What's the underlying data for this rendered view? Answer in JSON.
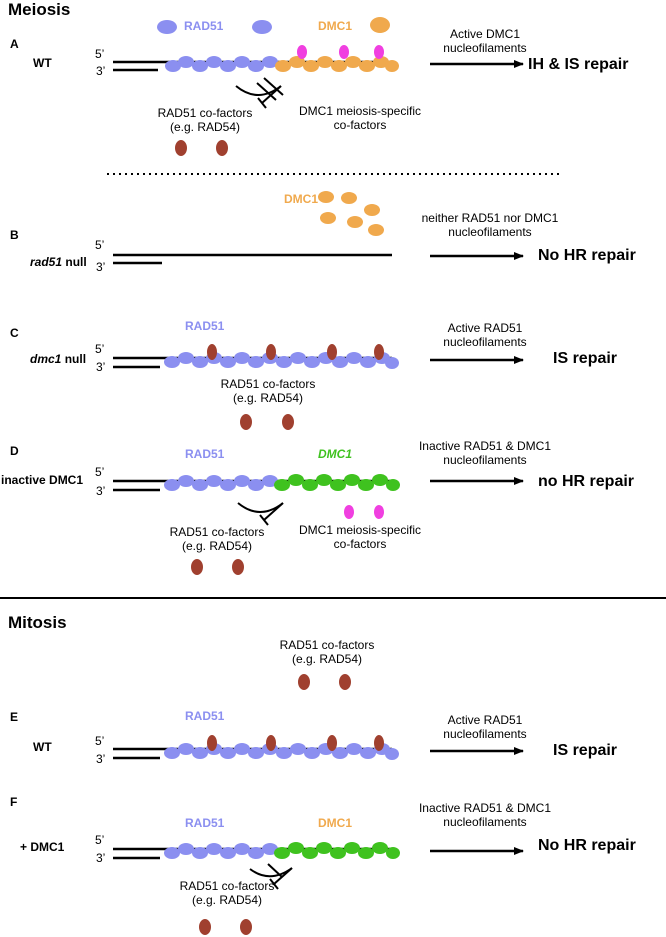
{
  "sections": {
    "meiosis": "Meiosis",
    "mitosis": "Mitosis"
  },
  "colors": {
    "rad51": "#8b8ff0",
    "dmc1": "#f0a94d",
    "dmc1_inactive": "#3fc21f",
    "meiosis_cofactor": "#f03fe0",
    "rad51_cofactor": "#a0402f"
  },
  "strand_labels": {
    "five_prime": "5’",
    "three_prime": "3’"
  },
  "panels": {
    "A": {
      "letter": "A",
      "condition": "WT",
      "rad51_label": "RAD51",
      "dmc1_label": "DMC1",
      "rad51_cofactors": [
        "RAD51 co-factors",
        "(e.g. RAD54)"
      ],
      "meiosis_cofactors": [
        "DMC1 meiosis-specific",
        "co-factors"
      ],
      "description": [
        "Active DMC1",
        "nucleofilaments"
      ],
      "outcome": "IH & IS repair"
    },
    "B": {
      "letter": "B",
      "condition_italic": "rad51",
      "condition_rest": " null",
      "dmc1_label": "DMC1",
      "description": [
        "neither RAD51 nor DMC1",
        "nucleofilaments"
      ],
      "outcome": "No HR repair"
    },
    "C": {
      "letter": "C",
      "condition_italic": "dmc1",
      "condition_rest": " null",
      "rad51_label": "RAD51",
      "rad51_cofactors": [
        "RAD51 co-factors",
        "(e.g. RAD54)"
      ],
      "description": [
        "Active RAD51",
        "nucleofilaments"
      ],
      "outcome": "IS repair"
    },
    "D": {
      "letter": "D",
      "condition": "inactive DMC1",
      "rad51_label": "RAD51",
      "dmc1_label": "DMC1",
      "rad51_cofactors": [
        "RAD51 co-factors",
        "(e.g. RAD54)"
      ],
      "meiosis_cofactors": [
        "DMC1 meiosis-specific",
        "co-factors"
      ],
      "description": [
        "Inactive RAD51 & DMC1",
        "nucleofilaments"
      ],
      "outcome": "no HR repair"
    },
    "E": {
      "letter": "E",
      "condition": "WT",
      "rad51_label": "RAD51",
      "rad51_cofactors": [
        "RAD51 co-factors",
        "(e.g. RAD54)"
      ],
      "description": [
        "Active RAD51",
        "nucleofilaments"
      ],
      "outcome": "IS repair"
    },
    "F": {
      "letter": "F",
      "condition": "+ DMC1",
      "rad51_label": "RAD51",
      "dmc1_label": "DMC1",
      "rad51_cofactors": [
        "RAD51 co-factors",
        "(e.g. RAD54)"
      ],
      "description": [
        "Inactive RAD51 & DMC1",
        "nucleofilaments"
      ],
      "outcome": "No HR repair"
    }
  }
}
